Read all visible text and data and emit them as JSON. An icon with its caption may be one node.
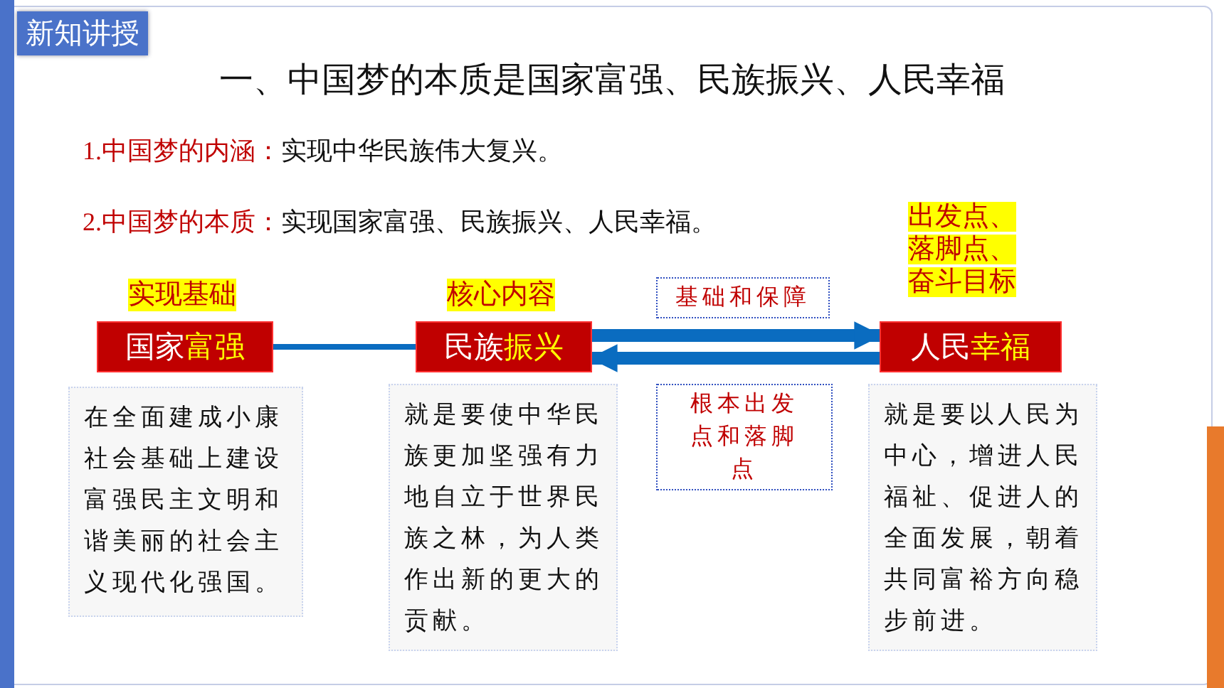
{
  "diagram": {
    "title": "一、中国梦的本质是国家富强、民族振兴、人民幸福",
    "nodes": [
      {
        "text": [
          "国家**富强**"
        ],
        "beside": [
          "实现基础"
        ]
      },
      {
        "text": [
          "在全面建成小康社会基础上建设富强民主文明和谐美丽的社会主义现代化强国。"
        ]
      },
      {
        "text": [
          "民族**振兴**"
        ],
        "beside": [
          "核心内容"
        ]
      },
      {
        "text": [
          "就是要使中华民族更加坚强有力地自立于世界民族之林，为人类作出新的更大的贡献。"
        ]
      },
      {
        "text": [
          "人民**幸福**"
        ],
        "beside": [
          "出发点、落脚点、奋斗目标"
        ]
      },
      {
        "text": [
          "就是要以人民为中心，增进人民福祉、促进人的全面发展，朝着共同富裕方向稳步前进。"
        ]
      }
    ],
    "edges": [
      {
        "from": 0,
        "to": 2,
        "arrow": "none"
      },
      {
        "from": 2,
        "to": 4,
        "arrow": "to",
        "label": "基础和保障"
      },
      {
        "from": 4,
        "to": 2,
        "arrow": "to",
        "label": "根本出发点和落脚点"
      }
    ],
    "labels": [
      "新知讲授",
      "**1.中国梦的内涵：**实现中华民族伟大复兴。",
      "**2.中国梦的本质：**实现国家富强、民族振兴、人民幸福。"
    ]
  }
}
